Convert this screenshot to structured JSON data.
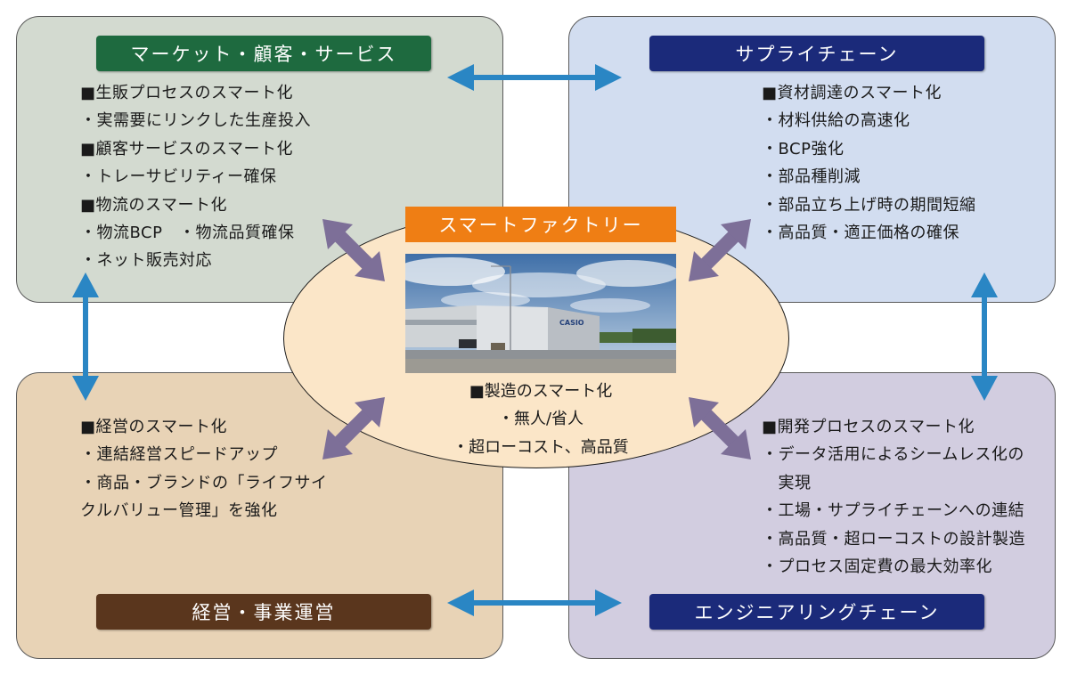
{
  "quadrants": {
    "top_left": {
      "title": "マーケット・顧客・サービス",
      "items": [
        "■生販プロセスのスマート化",
        "・実需要にリンクした生産投入",
        "■顧客サービスのスマート化",
        "・トレーサビリティー確保",
        "■物流のスマート化",
        "・物流BCP　・物流品質確保",
        "・ネット販売対応"
      ]
    },
    "top_right": {
      "title": "サプライチェーン",
      "items": [
        "■資材調達のスマート化",
        "・材料供給の高速化",
        "・BCP強化",
        "・部品種削減",
        "・部品立ち上げ時の期間短縮",
        "・高品質・適正価格の確保"
      ]
    },
    "bottom_left": {
      "title": "経営・事業運営",
      "items": [
        "■経営のスマート化",
        "・連結経営スピードアップ",
        "・商品・ブランドの「ライフサイ",
        "クルバリュー管理」を強化"
      ]
    },
    "bottom_right": {
      "title": "エンジニアリングチェーン",
      "items": [
        "■開発プロセスのスマート化",
        "・データ活用によるシームレス化の",
        "　実現",
        "・工場・サプライチェーンへの連結",
        "・高品質・超ローコストの設計製造",
        "・プロセス固定費の最大効率化"
      ]
    }
  },
  "center": {
    "title": "スマートファクトリー",
    "photo_sign": "CASIO",
    "items": [
      "■製造のスマート化",
      "・無人/省人",
      "・超ローコスト、高品質"
    ]
  },
  "colors": {
    "blue_arrow": "#2a86c4",
    "purple_arrow": "#7d6f98"
  }
}
